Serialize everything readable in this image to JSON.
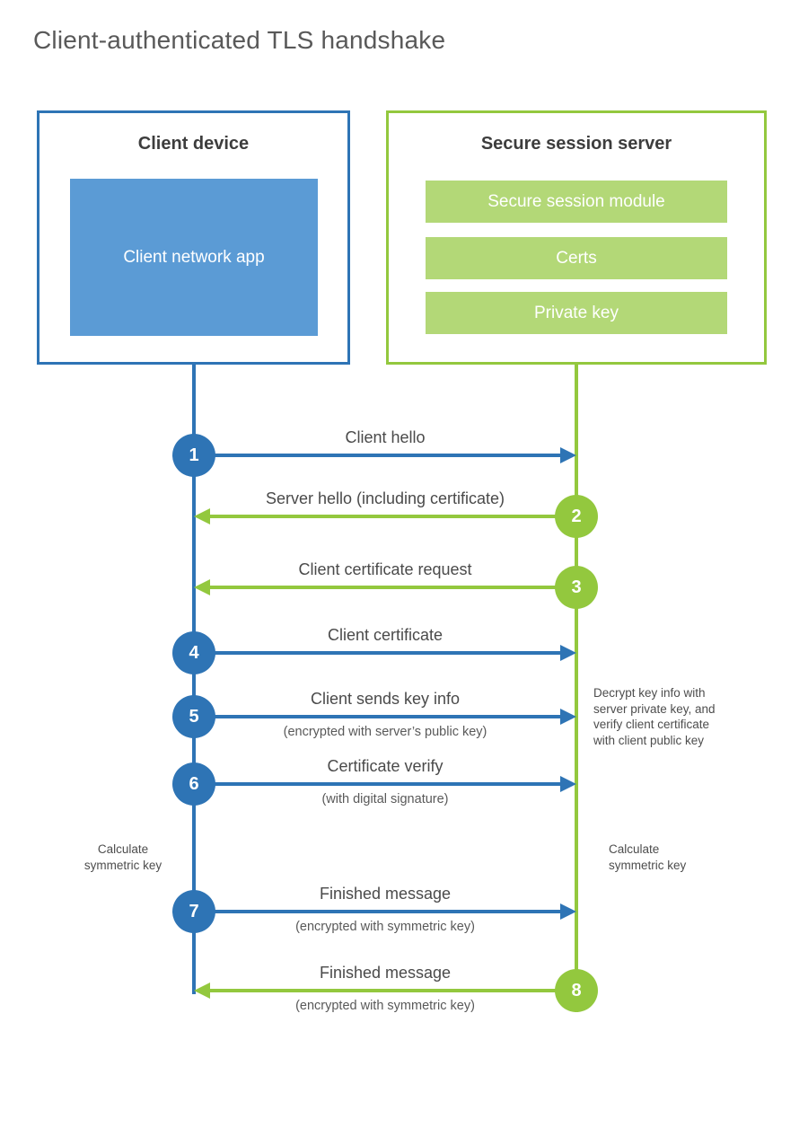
{
  "title": "Client-authenticated TLS handshake",
  "client_box": {
    "title": "Client device",
    "app_label": "Client network app"
  },
  "server_box": {
    "title": "Secure session server",
    "modules": [
      "Secure session module",
      "Certs",
      "Private key"
    ]
  },
  "steps": [
    {
      "num": "1",
      "from": "client",
      "to": "server",
      "label": "Client hello",
      "sub": ""
    },
    {
      "num": "2",
      "from": "server",
      "to": "client",
      "label": "Server hello (including certificate)",
      "sub": ""
    },
    {
      "num": "3",
      "from": "server",
      "to": "client",
      "label": "Client certificate request",
      "sub": ""
    },
    {
      "num": "4",
      "from": "client",
      "to": "server",
      "label": "Client certificate",
      "sub": ""
    },
    {
      "num": "5",
      "from": "client",
      "to": "server",
      "label": "Client sends key info",
      "sub": "(encrypted with server’s public key)"
    },
    {
      "num": "6",
      "from": "client",
      "to": "server",
      "label": "Certificate verify",
      "sub": "(with digital signature)"
    },
    {
      "num": "7",
      "from": "client",
      "to": "server",
      "label": "Finished message",
      "sub": "(encrypted with symmetric key)"
    },
    {
      "num": "8",
      "from": "server",
      "to": "client",
      "label": "Finished message",
      "sub": "(encrypted with symmetric key)"
    }
  ],
  "notes": {
    "decrypt": [
      "Decrypt key info with",
      "server private key, and",
      "verify client certificate",
      "with client public key"
    ],
    "calc_left": [
      "Calculate",
      "symmetric key"
    ],
    "calc_right": [
      "Calculate",
      "symmetric key"
    ]
  },
  "colors": {
    "blue": "#2e74b5",
    "blue_fill": "#5b9bd5",
    "green": "#93c83e",
    "green_fill": "#b3d877"
  }
}
